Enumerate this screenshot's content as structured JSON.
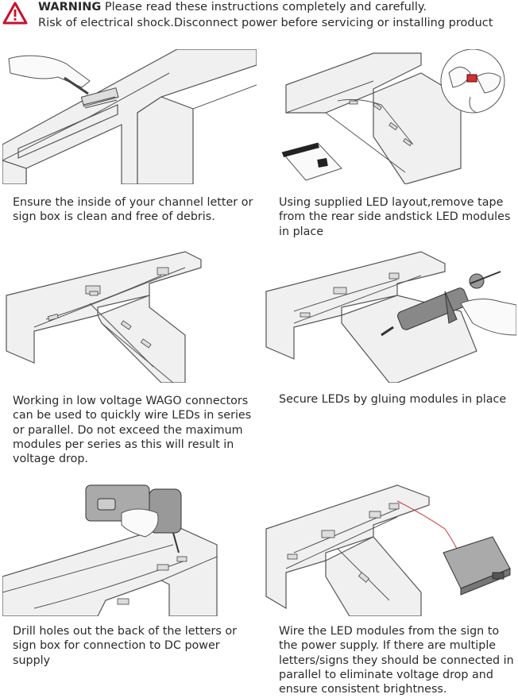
{
  "warning": {
    "title": "WARNING",
    "line1_rest": "Please read these instructions completely and carefully.",
    "line2": "Risk of electrical shock.Disconnect power before servicing or installing product"
  },
  "steps": [
    {
      "caption": "Ensure the inside of your channel letter or sign box is clean and free of debris."
    },
    {
      "caption": "Using supplied LED layout,remove tape from the rear side andstick LED modules in place"
    },
    {
      "caption": "Working in low voltage WAGO connectors can be used to quickly wire LEDs in series or parallel. Do not exceed the maximum modules per series as this will result in voltage drop."
    },
    {
      "caption": "Secure LEDs by gluing modules in place"
    },
    {
      "caption": "Drill holes out the back of the letters or sign box for connection to DC power supply"
    },
    {
      "caption": "Wire the LED modules from the sign to  the power supply. If there are multiple letters/signs they should be connected in parallel to eliminate voltage drop and ensure consistent brightness."
    }
  ],
  "colors": {
    "warning_red": "#c8102e",
    "line_art": "#555555",
    "fill_light": "#f0f0f0"
  }
}
